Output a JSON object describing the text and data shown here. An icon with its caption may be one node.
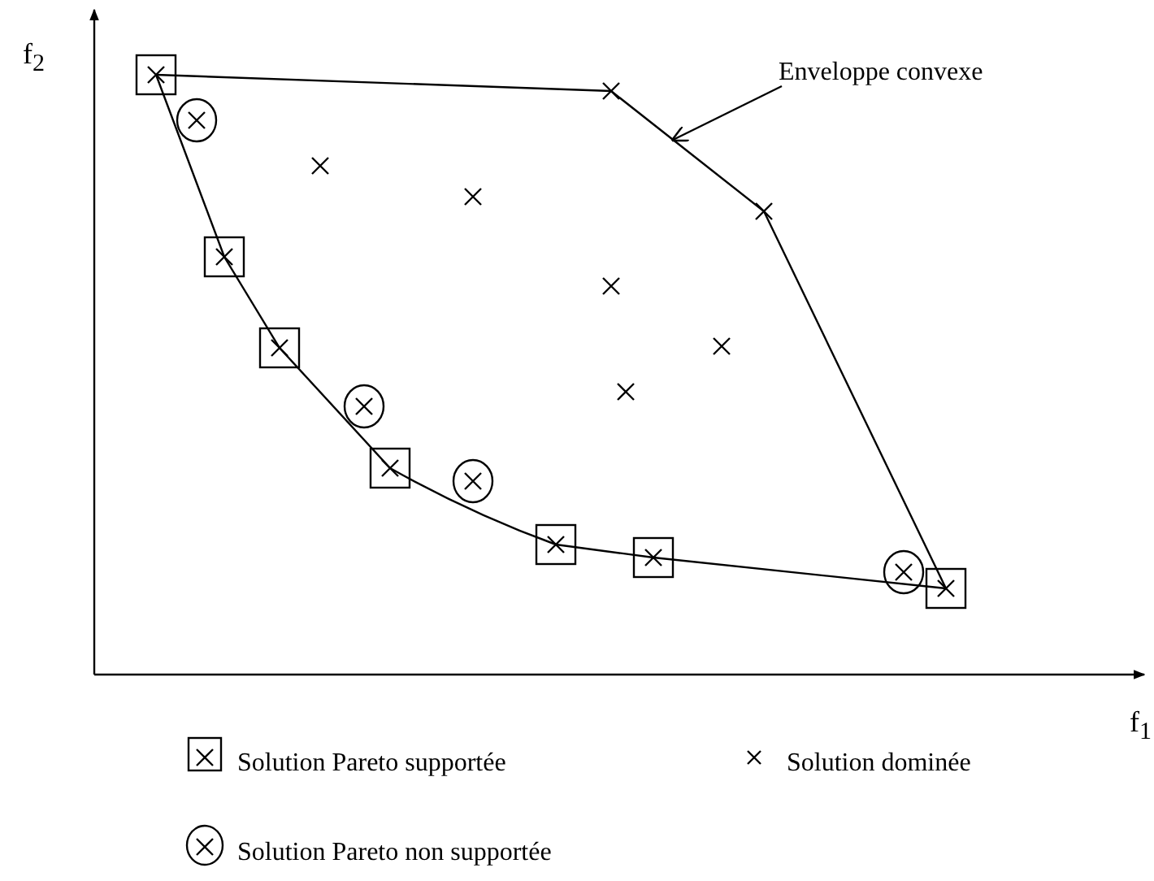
{
  "diagram": {
    "nodes": [
      {
        "text": [
          "Enveloppe convexe"
        ]
      },
      {
        "text": [],
        "shape": "polygon"
      }
    ],
    "edges": [
      {
        "from": 0,
        "to": 1,
        "arrow": "to"
      }
    ],
    "labels": [
      "f$_{2}$",
      "f$_{1}$"
    ],
    "legend": [
      {
        "text": "Solution Pareto supportée"
      },
      {
        "text": "Solution dominée"
      },
      {
        "text": "Solution Pareto non supportée"
      }
    ]
  }
}
